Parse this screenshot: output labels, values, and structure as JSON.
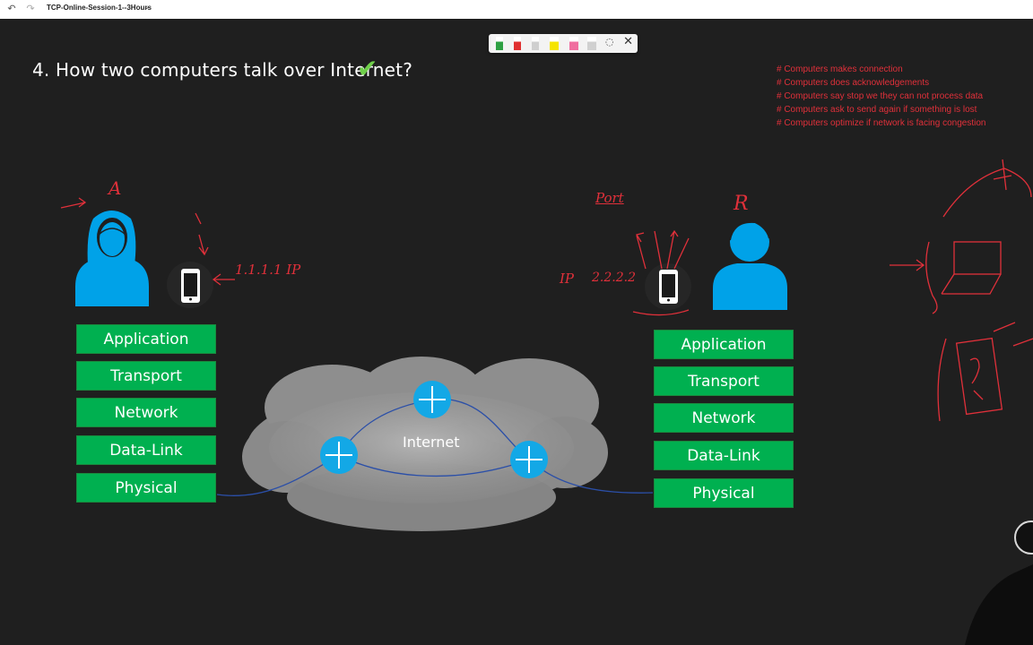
{
  "titlebar": {
    "document_title": "TCP-Online-Session-1--3Hours",
    "undo_icon": "undo-icon",
    "redo_icon": "redo-icon",
    "chevron_icon": "chevron-down-icon"
  },
  "pen_toolbar": {
    "pens": [
      {
        "name": "green-pen",
        "color": "#2ea043"
      },
      {
        "name": "red-pen",
        "color": "#e03030"
      },
      {
        "name": "white-pen",
        "color": "#cfcfcf"
      },
      {
        "name": "yellow-highlighter",
        "color": "#f5e400"
      },
      {
        "name": "pink-highlighter",
        "color": "#f06fa0"
      },
      {
        "name": "eraser",
        "color": "#d0d0d0"
      }
    ],
    "close_icon": "close-icon",
    "lasso_icon": "lasso-icon"
  },
  "slide": {
    "heading": "4. How two computers talk over Internet?",
    "check": "✔",
    "notes": [
      "# Computers makes connection",
      "# Computers does acknowledgements",
      "# Computers say stop we they can not process data",
      "# Computers ask to send again if something is lost",
      "# Computers optimize if network is facing congestion"
    ],
    "left_stack": [
      "Application",
      "Transport",
      "Network",
      "Data-Link",
      "Physical"
    ],
    "right_stack": [
      "Application",
      "Transport",
      "Network",
      "Data-Link",
      "Physical"
    ],
    "cloud_label": "Internet"
  },
  "handwriting": {
    "label_a": "A",
    "label_r": "R",
    "ip_left": "1.1.1.1 IP",
    "ip_right_prefix": "IP",
    "ip_right": "2.2.2.2",
    "port": "Port"
  },
  "colors": {
    "layer_green": "#00b050",
    "person_blue": "#00a2e8",
    "ink_red": "#e0303a",
    "background": "#1f1f1f"
  }
}
